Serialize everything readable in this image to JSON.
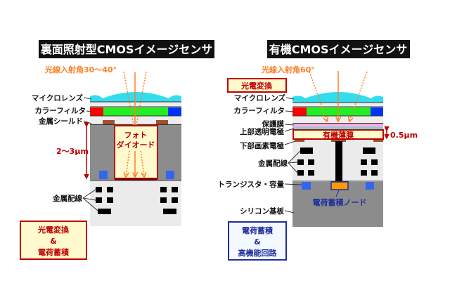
{
  "left": {
    "title": "裏面照射型CMOSイメージセンサ",
    "angle": "光線入射角30〜40°",
    "labels": {
      "microlens": "マイクロレンズ",
      "color_filter": "カラーフィルタ",
      "metal_shield": "金属シールド",
      "metal_wiring": "金属配線"
    },
    "thickness": "2〜3μm",
    "photodiode_line1": "フォト",
    "photodiode_line2": "ダイオード",
    "summary": [
      "光電変換",
      "&",
      "電荷蓄積"
    ]
  },
  "right": {
    "title": "有機CMOSイメージセンサ",
    "angle": "光線入射角60°",
    "photoconversion": "光電変換",
    "labels": {
      "microlens": "マイクロレンズ",
      "color_filter": "カラーフィルタ",
      "protective_film": "保護膜",
      "top_electrode": "上部透明電極",
      "bottom_electrode": "下部画素電極",
      "metal_wiring": "金属配線",
      "transistor": "トランジスタ・容量",
      "substrate": "シリコン基板"
    },
    "organic_film": "有機薄膜",
    "thickness": "0.5μm",
    "node": "電荷蓄積ノード",
    "summary": [
      "電荷蓄積",
      "&",
      "高機能回路"
    ]
  },
  "colors": {
    "orange": "#ff7f27",
    "dark_red": "#c00000",
    "navy": "#1f2f9a",
    "lens": "#33ddee",
    "red_filter": "#ff0000",
    "green_filter": "#22ee22",
    "blue_filter": "#0033ff"
  }
}
